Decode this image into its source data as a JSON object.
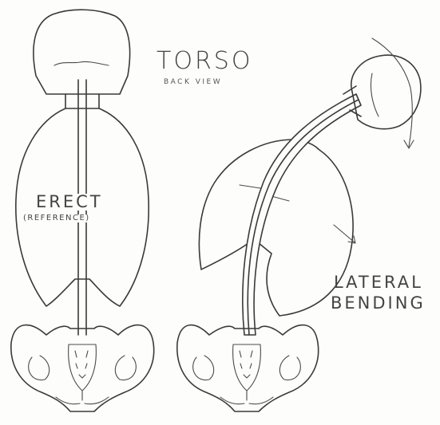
{
  "title": "TORSO",
  "subtitle": "BACK VIEW",
  "figures": {
    "left": {
      "label": "ERECT",
      "sublabel": "(REFERENCE)"
    },
    "right": {
      "label_line1": "LATERAL",
      "label_line2": "BENDING"
    }
  }
}
